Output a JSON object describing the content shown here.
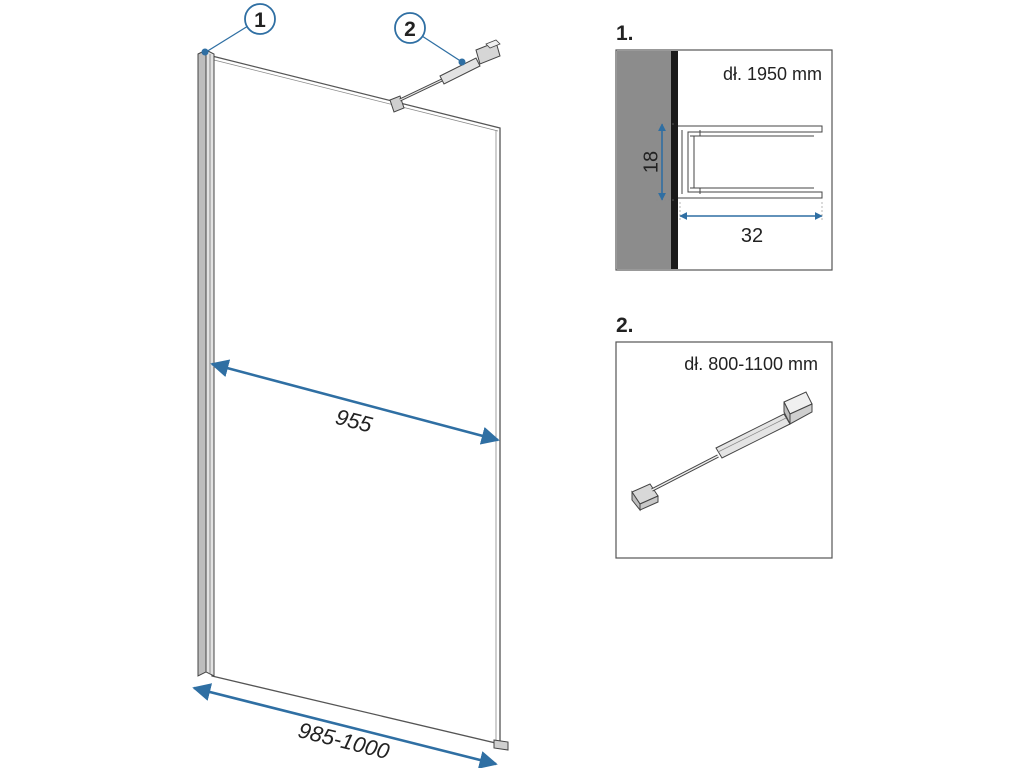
{
  "callouts": {
    "one": "1",
    "two": "2"
  },
  "main": {
    "width_label": "955",
    "range_label": "985-1000"
  },
  "detail1": {
    "heading": "1.",
    "length": "dł. 1950 mm",
    "height_dim": "18",
    "depth_dim": "32"
  },
  "detail2": {
    "heading": "2.",
    "length": "dł. 800-1100 mm"
  },
  "colors": {
    "accent": "#2f6fa3",
    "wall": "#8c8c8c",
    "outline": "#444444",
    "frame": "#dcdcdc"
  }
}
